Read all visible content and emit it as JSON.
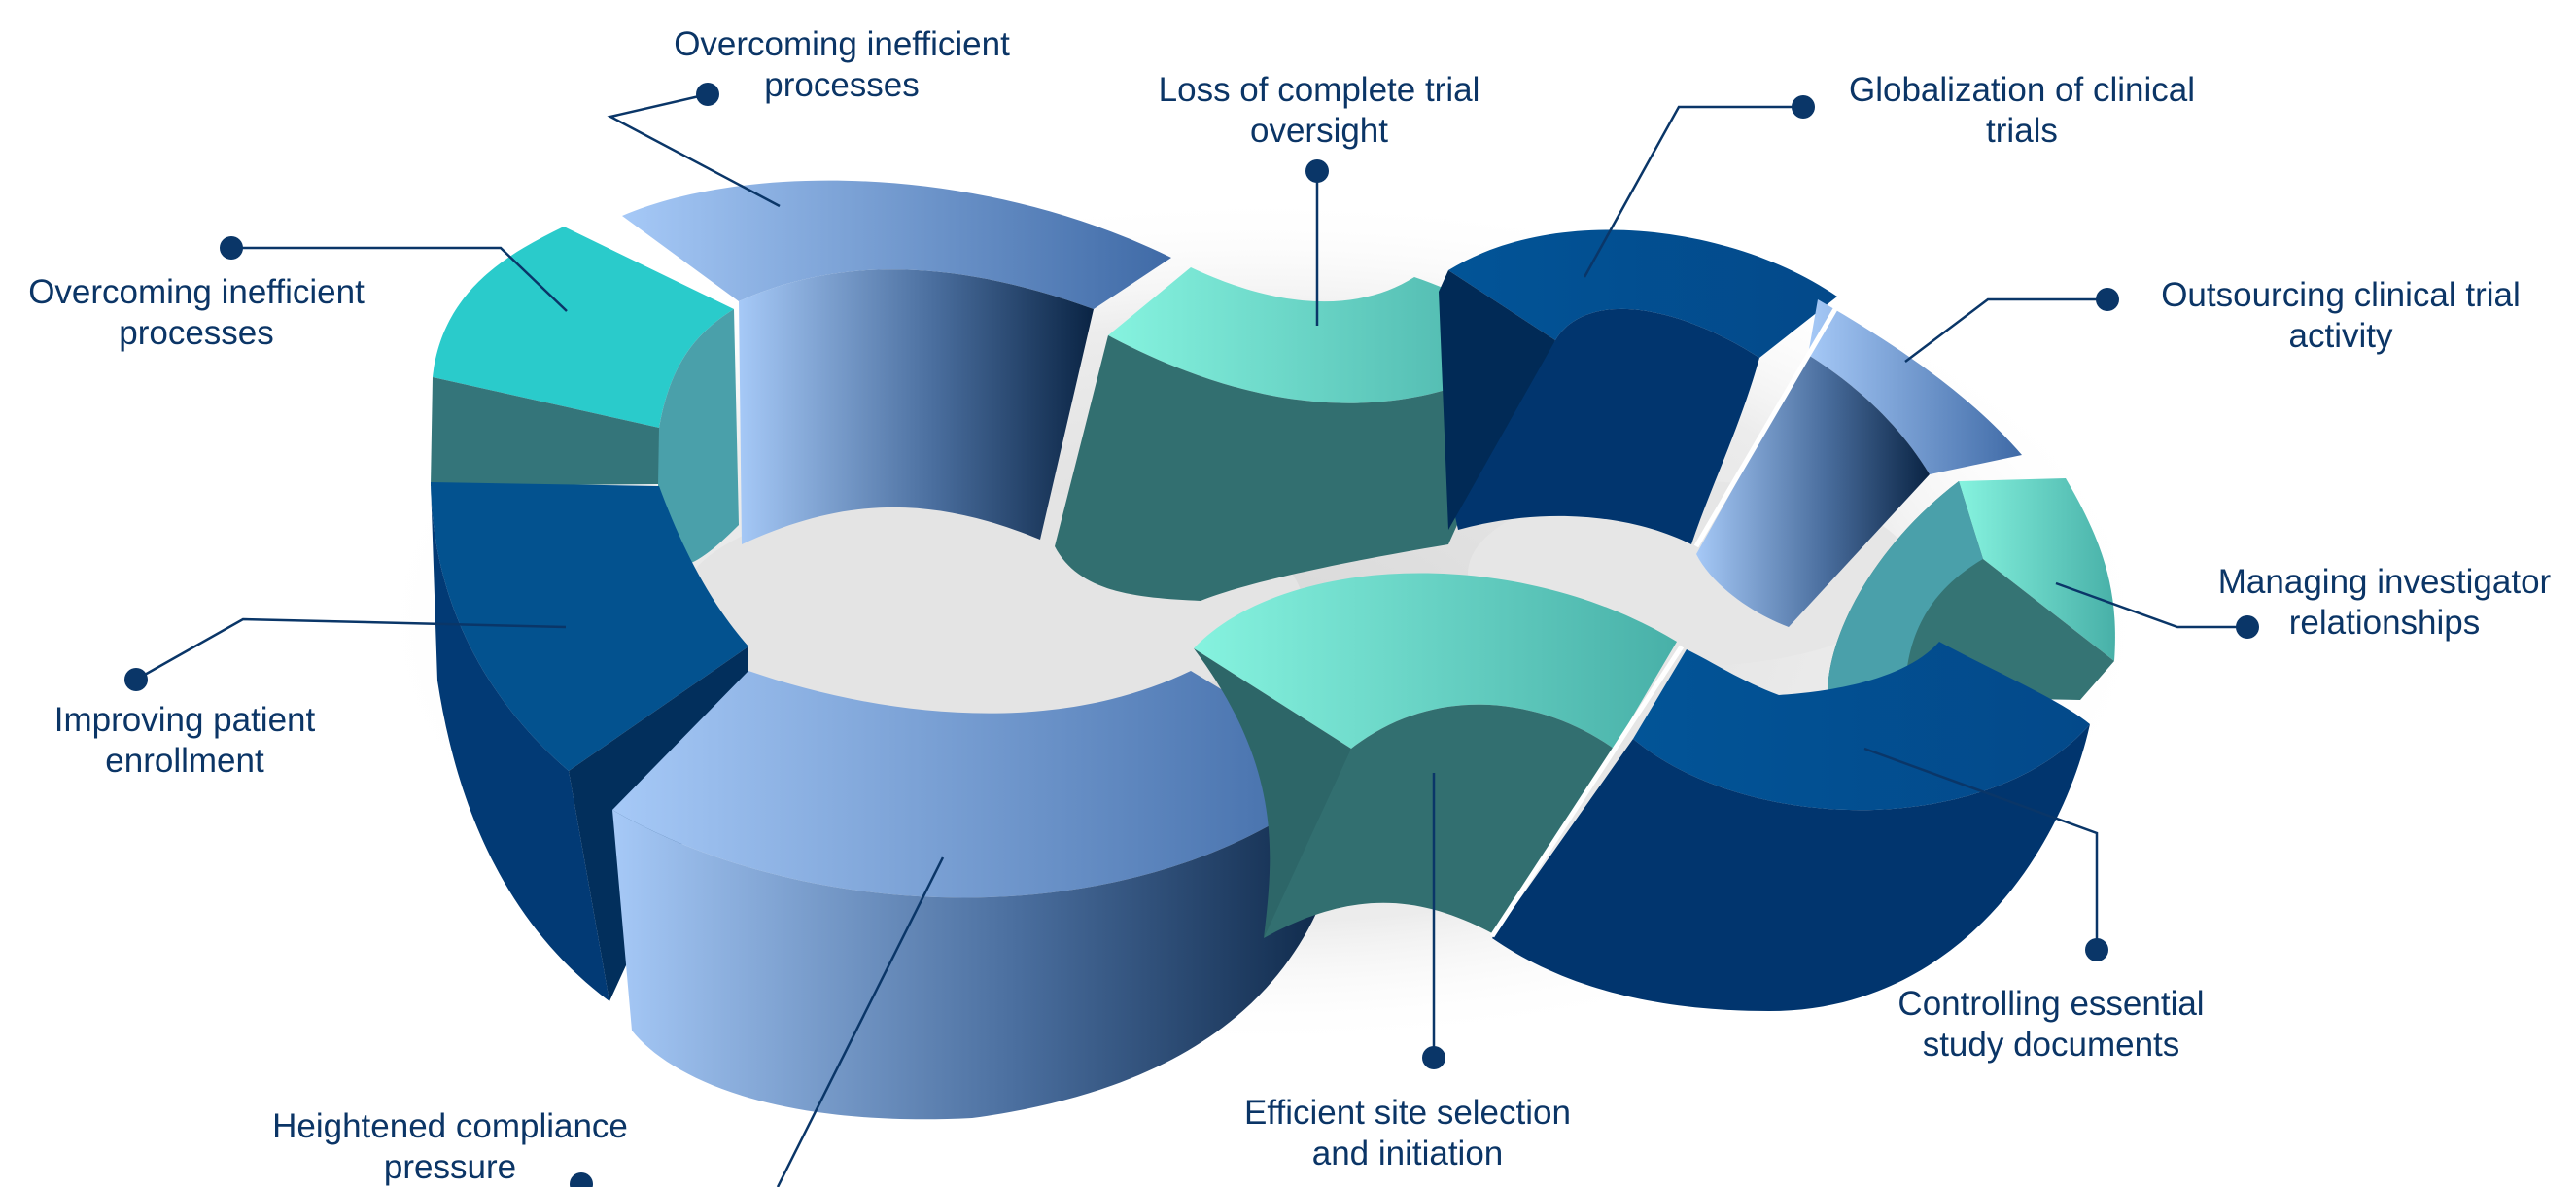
{
  "colors": {
    "text": "#0b3566",
    "leader": "#0a3668",
    "teal_light": "#7ff0dc",
    "teal_mid": "#4cb6ad",
    "teal_dark": "#317271",
    "cyan": "#2acbcb",
    "navy": "#03528f",
    "navy_dark": "#023a75",
    "steel_light": "#a5c8f6",
    "steel_dark": "#0b2646"
  },
  "labels": [
    {
      "id": "top-left",
      "lines": [
        "Overcoming inefficient",
        "processes"
      ]
    },
    {
      "id": "left-upper",
      "lines": [
        "Overcoming inefficient",
        "processes"
      ]
    },
    {
      "id": "top-center",
      "lines": [
        "Loss of complete trial",
        "oversight"
      ]
    },
    {
      "id": "top-right",
      "lines": [
        "Globalization of clinical",
        "trials"
      ]
    },
    {
      "id": "right-upper",
      "lines": [
        "Outsourcing clinical trial",
        "activity"
      ]
    },
    {
      "id": "right-middle",
      "lines": [
        "Managing investigator",
        "relationships"
      ]
    },
    {
      "id": "left-middle",
      "lines": [
        "Improving patient",
        "enrollment"
      ]
    },
    {
      "id": "right-lower",
      "lines": [
        "Controlling essential",
        "study documents"
      ]
    },
    {
      "id": "bottom-center",
      "lines": [
        "Efficient site selection",
        "and initiation"
      ]
    },
    {
      "id": "bottom-left",
      "lines": [
        "Heightened compliance",
        "pressure"
      ]
    }
  ]
}
